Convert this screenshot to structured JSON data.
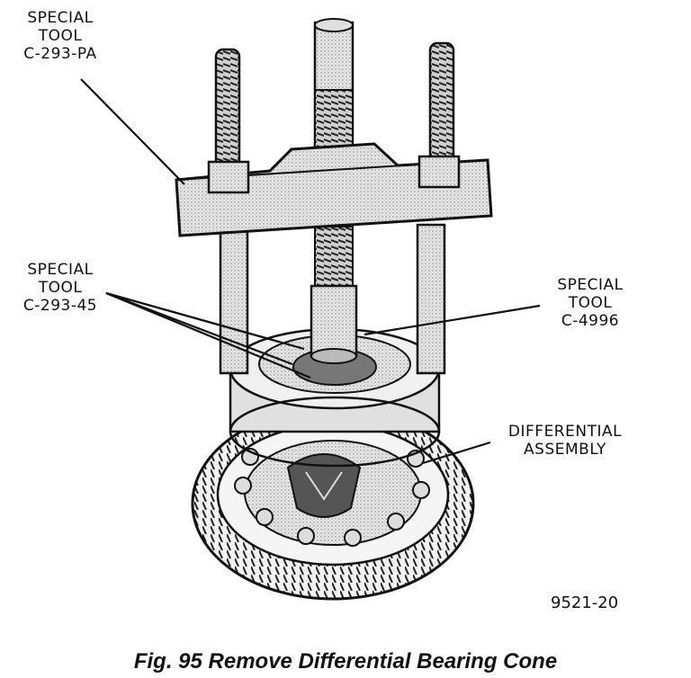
{
  "labels": {
    "tool_top_left": {
      "line1": "SPECIAL",
      "line2": "TOOL",
      "line3": "C-293-PA"
    },
    "tool_mid_left": {
      "line1": "SPECIAL",
      "line2": "TOOL",
      "line3": "C-293-45"
    },
    "tool_mid_right": {
      "line1": "SPECIAL",
      "line2": "TOOL",
      "line3": "C-4996"
    },
    "differential": {
      "line1": "DIFFERENTIAL",
      "line2": "ASSEMBLY"
    }
  },
  "figure_code": "9521-20",
  "caption": "Fig. 95 Remove Differential Bearing Cone",
  "colors": {
    "ink": "#111111",
    "shade": "#bdbdbd",
    "light_shade": "#e4e4e4",
    "background": "#ffffff"
  }
}
